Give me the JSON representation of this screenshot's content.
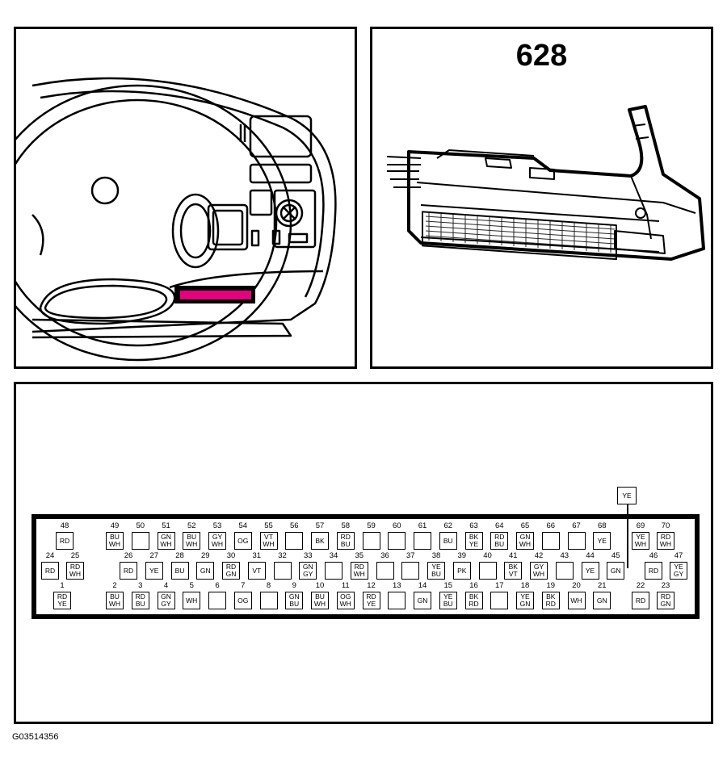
{
  "connector_number": "628",
  "diagram_code": "G03514356",
  "external_wire": {
    "color": "YE",
    "pin": 45
  },
  "pins": [
    {
      "n": 48,
      "c": "RD"
    },
    {
      "n": 49,
      "c": "BU\nWH"
    },
    {
      "n": 50,
      "c": ""
    },
    {
      "n": 51,
      "c": "GN\nWH"
    },
    {
      "n": 52,
      "c": "BU\nWH"
    },
    {
      "n": 53,
      "c": "GY\nWH"
    },
    {
      "n": 54,
      "c": "OG"
    },
    {
      "n": 55,
      "c": "VT\nWH"
    },
    {
      "n": 56,
      "c": ""
    },
    {
      "n": 57,
      "c": "BK"
    },
    {
      "n": 58,
      "c": "RD\nBU"
    },
    {
      "n": 59,
      "c": ""
    },
    {
      "n": 60,
      "c": ""
    },
    {
      "n": 61,
      "c": ""
    },
    {
      "n": 62,
      "c": "BU"
    },
    {
      "n": 63,
      "c": "BK\nYE"
    },
    {
      "n": 64,
      "c": "RD\nBU"
    },
    {
      "n": 65,
      "c": "GN\nWH"
    },
    {
      "n": 66,
      "c": ""
    },
    {
      "n": 67,
      "c": ""
    },
    {
      "n": 68,
      "c": "YE"
    },
    {
      "n": 69,
      "c": "YE\nWH"
    },
    {
      "n": 70,
      "c": "RD\nWH"
    },
    {
      "n": 24,
      "c": "RD"
    },
    {
      "n": 25,
      "c": "RD\nWH"
    },
    {
      "n": 26,
      "c": "RD"
    },
    {
      "n": 27,
      "c": "YE"
    },
    {
      "n": 28,
      "c": "BU"
    },
    {
      "n": 29,
      "c": "GN"
    },
    {
      "n": 30,
      "c": "RD\nGN"
    },
    {
      "n": 31,
      "c": "VT"
    },
    {
      "n": 32,
      "c": ""
    },
    {
      "n": 33,
      "c": "GN\nGY"
    },
    {
      "n": 34,
      "c": ""
    },
    {
      "n": 35,
      "c": "RD\nWH"
    },
    {
      "n": 36,
      "c": ""
    },
    {
      "n": 37,
      "c": ""
    },
    {
      "n": 38,
      "c": "YE\nBU"
    },
    {
      "n": 39,
      "c": "PK"
    },
    {
      "n": 40,
      "c": ""
    },
    {
      "n": 41,
      "c": "BK\nVT"
    },
    {
      "n": 42,
      "c": "GY\nWH"
    },
    {
      "n": 43,
      "c": ""
    },
    {
      "n": 44,
      "c": "YE"
    },
    {
      "n": 45,
      "c": "GN"
    },
    {
      "n": 46,
      "c": "RD"
    },
    {
      "n": 47,
      "c": "YE\nGY"
    },
    {
      "n": 1,
      "c": "RD\nYE"
    },
    {
      "n": 2,
      "c": "BU\nWH"
    },
    {
      "n": 3,
      "c": "RD\nBU"
    },
    {
      "n": 4,
      "c": "GN\nGY"
    },
    {
      "n": 5,
      "c": "WH"
    },
    {
      "n": 6,
      "c": ""
    },
    {
      "n": 7,
      "c": "OG"
    },
    {
      "n": 8,
      "c": ""
    },
    {
      "n": 9,
      "c": "GN\nBU"
    },
    {
      "n": 10,
      "c": "BU\nWH"
    },
    {
      "n": 11,
      "c": "OG\nWH"
    },
    {
      "n": 12,
      "c": "RD\nYE"
    },
    {
      "n": 13,
      "c": ""
    },
    {
      "n": 14,
      "c": "GN"
    },
    {
      "n": 15,
      "c": "YE\nBU"
    },
    {
      "n": 16,
      "c": "BK\nRD"
    },
    {
      "n": 17,
      "c": ""
    },
    {
      "n": 18,
      "c": "YE\nGN"
    },
    {
      "n": 19,
      "c": "BK\nRD"
    },
    {
      "n": 20,
      "c": "WH"
    },
    {
      "n": 21,
      "c": "GN"
    },
    {
      "n": 22,
      "c": "RD"
    },
    {
      "n": 23,
      "c": "RD\nGN"
    }
  ],
  "colors": {
    "highlight": "#e5007d",
    "line": "#000000"
  }
}
